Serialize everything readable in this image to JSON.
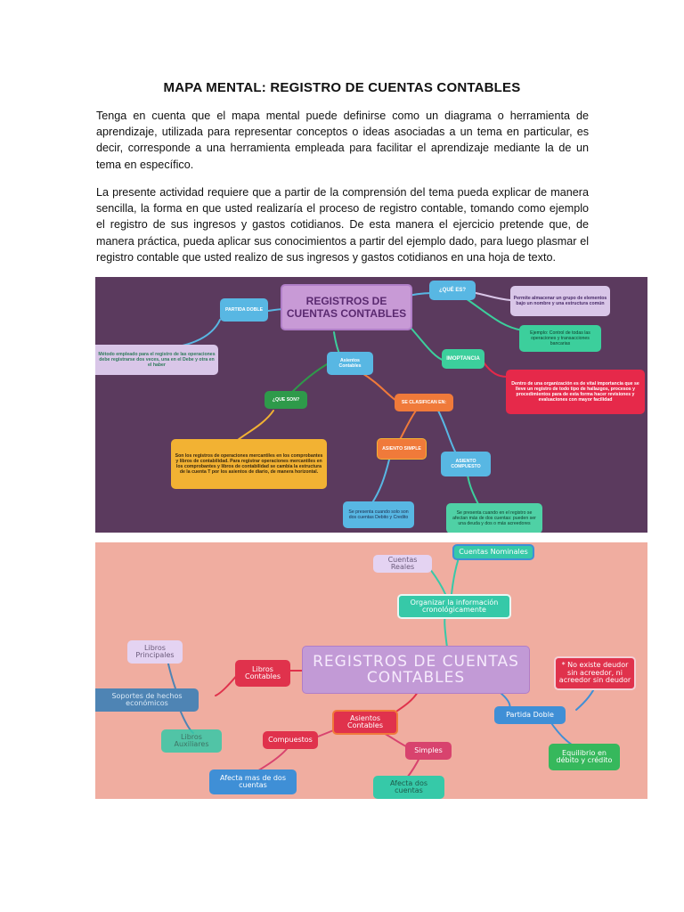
{
  "document": {
    "title": "MAPA MENTAL: REGISTRO DE CUENTAS CONTABLES",
    "paragraphs": [
      "Tenga en cuenta que el mapa mental puede definirse como un diagrama o herramienta de aprendizaje, utilizada para representar conceptos o ideas asociadas a un tema en particular, es decir, corresponde a una herramienta empleada para facilitar el aprendizaje mediante la de un tema en específico.",
      "La presente actividad requiere que a partir de la comprensión del tema pueda explicar de manera sencilla, la forma en que usted realizaría el proceso de registro contable, tomando como ejemplo el registro de sus ingresos y gastos cotidianos. De esta manera el ejercicio pretende que, de manera práctica, pueda aplicar sus conocimientos a partir del ejemplo dado, para luego plasmar el registro contable que usted realizo de sus ingresos y gastos cotidianos en una hoja de texto."
    ]
  },
  "mindmap1": {
    "colors": {
      "background": "#5b3a5e",
      "center": "#c89ad6",
      "cyan": "#58b7e3",
      "teal": "#3ccf9c",
      "lavender": "#d9c6e8",
      "red": "#e6294a",
      "orange": "#f07a3a",
      "yellow": "#f2b233",
      "mint": "#4fd1a5",
      "green": "#2e9a4a"
    },
    "center": "REGISTROS DE CUENTAS CONTABLES",
    "que_es": "¿QUÉ ES?",
    "que_es_def": "Permite almacenar un grupo de elementos bajo un nombre y una estructura común",
    "ejemplo": "Ejemplo: Control de todas las operaciones y transacciones bancarias",
    "importancia": "IMOPTANCIA",
    "importancia_def": "Dentro de una organización es de vital importancia que se lleve un registro de todo tipo de hallazgos, procesos y procedimientos para de esta forma hacer revisiones y evaluaciones con mayor facilidad",
    "partida_doble": "PARTIDA DOBLE",
    "partida_doble_def": "Método empleado para el registro de las operaciones debe registrarse dos veces, una en el Debe y otra en el haber",
    "asientos": "Asientos Contables",
    "que_son": "¿QUE SON?",
    "que_son_def": "Son los registros de operaciones mercantiles en los comprobantes y libros de contabilidad. Para registrar operaciones mercantiles en los comprobantes y libros de contabilidad se cambia la estructura de la cuenta T por los asientos de diario, de manera horizontal.",
    "se_clasifican": "SE CLASIFICAN EN:",
    "asiento_simple": "ASIENTO SIMPLE",
    "asiento_simple_def": "Se presenta cuando solo son dos cuentas Debito y Credito",
    "asiento_compuesto": "ASIENTO COMPUESTO",
    "asiento_compuesto_def": "Se presenta cuando en el registro se afectan más de dos cuentas: pueden ser una deuda y dos o más acreedores"
  },
  "mindmap2": {
    "colors": {
      "background": "#f0ada0",
      "center": "#c29ad6",
      "teal": "#36c9a8",
      "lavender": "#e4d3f2",
      "red": "#e0324c",
      "blue": "#3f8fd6",
      "green": "#36b85c",
      "slate": "#4e84b4",
      "pink": "#d8436e"
    },
    "center": "REGISTROS DE CUENTAS CONTABLES",
    "cuentas_nominales": "Cuentas Nominales",
    "cuentas_reales": "Cuentas Reales",
    "organizar": "Organizar la información cronológicamente",
    "libros_principales": "Libros Principales",
    "libros_contables": "Libros Contables",
    "soportes": "Soportes de hechos económicos",
    "libros_auxiliares": "Libros Auxiliares",
    "asientos_contables": "Asientos Contables",
    "compuestos": "Compuestos",
    "afecta_mas": "Afecta mas de dos cuentas",
    "simples": "Simples",
    "afecta_dos": "Afecta dos cuentas",
    "partida_doble": "Partida Doble",
    "no_existe": "* No existe deudor sin acreedor, ni acreedor sin deudor",
    "equilibrio": "Equilibrio en débito y crédito"
  }
}
